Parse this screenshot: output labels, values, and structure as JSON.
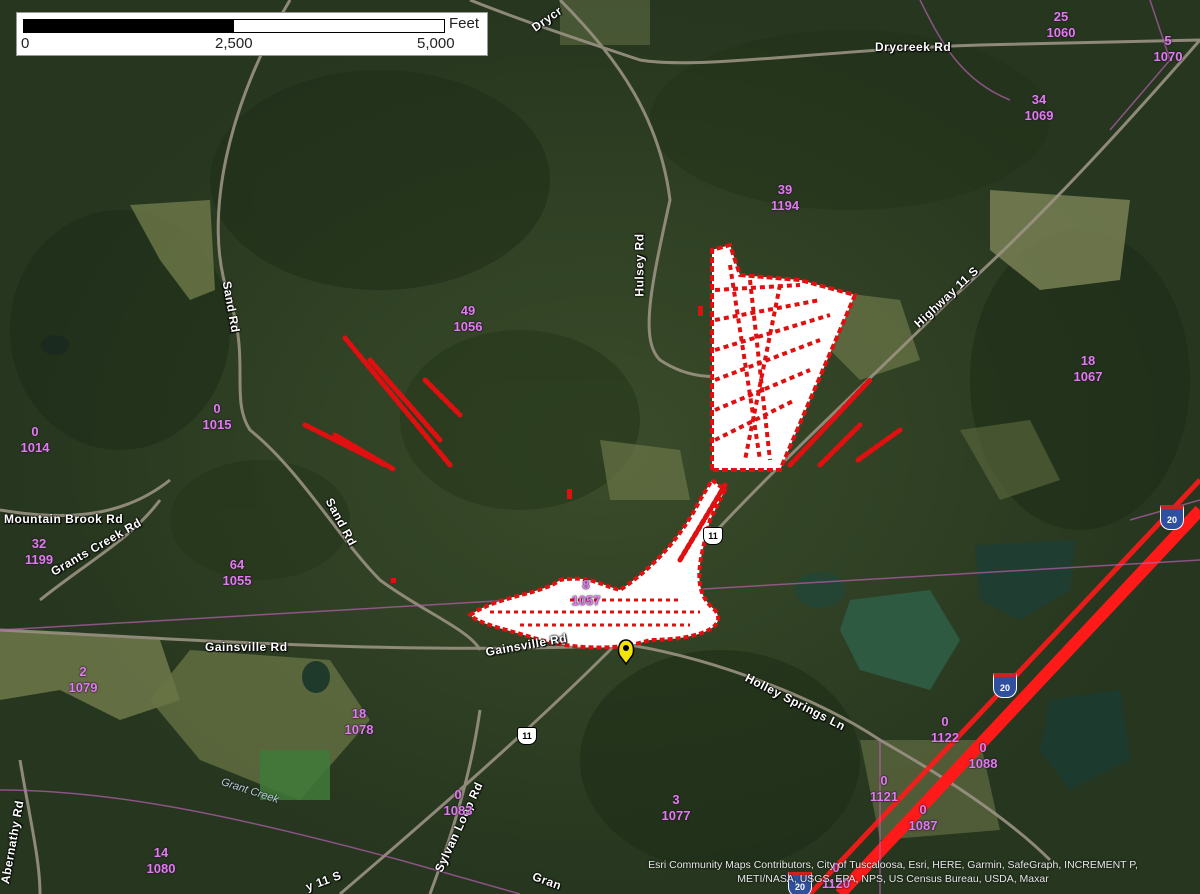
{
  "scale_bar": {
    "unit": "Feet",
    "ticks": [
      "0",
      "2,500",
      "5,000"
    ]
  },
  "roads": [
    {
      "id": "drycreek-rd",
      "label": "Drycreek Rd"
    },
    {
      "id": "drycreek-rd-top",
      "label": "Drycr"
    },
    {
      "id": "hulsey-rd",
      "label": "Hulsey Rd"
    },
    {
      "id": "highway-11s",
      "label": "Highway 11 S"
    },
    {
      "id": "sand-rd-1",
      "label": "Sand Rd"
    },
    {
      "id": "sand-rd-2",
      "label": "Sand Rd"
    },
    {
      "id": "mountain-brook-rd",
      "label": "Mountain Brook Rd"
    },
    {
      "id": "grants-creek-rd",
      "label": "Grants Creek Rd"
    },
    {
      "id": "gainsville-rd-1",
      "label": "Gainsville Rd"
    },
    {
      "id": "gainsville-rd-2",
      "label": "Gainsville Rd"
    },
    {
      "id": "holley-springs-ln",
      "label": "Holley Springs Ln"
    },
    {
      "id": "abernathy-rd",
      "label": "Abernathy Rd"
    },
    {
      "id": "sylvan-loop-rd",
      "label": "Sylvan Loop Rd"
    },
    {
      "id": "highway-11s-bottom",
      "label": "y 11 S"
    },
    {
      "id": "gran-bottom",
      "label": "Gran"
    }
  ],
  "water": [
    {
      "id": "grant-creek",
      "label": "Grant Creek"
    }
  ],
  "shields": [
    {
      "id": "us-11-a",
      "label": "11",
      "kind": "us"
    },
    {
      "id": "us-11-b",
      "label": "11",
      "kind": "us"
    },
    {
      "id": "i-20-a",
      "label": "20",
      "kind": "interstate"
    },
    {
      "id": "i-20-b",
      "label": "20",
      "kind": "interstate"
    },
    {
      "id": "i-20-c",
      "label": "20",
      "kind": "interstate"
    }
  ],
  "blocks": [
    {
      "count": "25",
      "code": "1060"
    },
    {
      "count": "5",
      "code": "1070"
    },
    {
      "count": "34",
      "code": "1069"
    },
    {
      "count": "39",
      "code": "1194"
    },
    {
      "count": "49",
      "code": "1056"
    },
    {
      "count": "18",
      "code": "1067"
    },
    {
      "count": "0",
      "code": "1015"
    },
    {
      "count": "0",
      "code": "1014"
    },
    {
      "count": "32",
      "code": "1199"
    },
    {
      "count": "64",
      "code": "1055"
    },
    {
      "count": "8",
      "code": "1057"
    },
    {
      "count": "2",
      "code": "1079"
    },
    {
      "count": "18",
      "code": "1078"
    },
    {
      "count": "0",
      "code": "1122"
    },
    {
      "count": "0",
      "code": "1088"
    },
    {
      "count": "0",
      "code": "1121"
    },
    {
      "count": "0",
      "code": "1087"
    },
    {
      "count": "0",
      "code": "1083"
    },
    {
      "count": "3",
      "code": "1077"
    },
    {
      "count": "14",
      "code": "1080"
    },
    {
      "count": "0",
      "code": "1120"
    }
  ],
  "attribution": {
    "line1": "Esri Community Maps Contributors, City of Tuscaloosa, Esri, HERE, Garmin, SafeGraph, INCREMENT P,",
    "line2": "METI/NASA, USGS, EPA, NPS, US Census Bureau, USDA, Maxar"
  },
  "colors": {
    "forest": "#2d3f22",
    "field": "#6f7a48",
    "plume_fill": "#ffffff",
    "plume_stroke": "#e01010",
    "interstate_line": "#ff1a1a",
    "boundary": "#b85fb0",
    "block_label": "#e07cf0",
    "marker": "#f2e40a"
  },
  "marker": {
    "icon": "location-pin-icon"
  }
}
